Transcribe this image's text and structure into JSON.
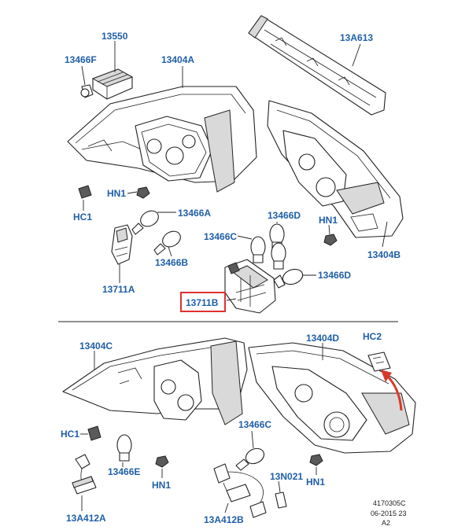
{
  "labels": {
    "p13550": "13550",
    "p13466F": "13466F",
    "p13404A": "13404A",
    "p13A613": "13A613",
    "pHN1_a": "HN1",
    "pHC1_a": "HC1",
    "p13466A": "13466A",
    "p13466B": "13466B",
    "p13711A": "13711A",
    "p13466D_top": "13466D",
    "p13466C_top": "13466C",
    "pHN1_b": "HN1",
    "p13404B": "13404B",
    "p13466D_low": "13466D",
    "p13711B": "13711B",
    "p13404C": "13404C",
    "p13404D": "13404D",
    "pHC2": "HC2",
    "pHC1_b": "HC1",
    "p13466E": "13466E",
    "pHN1_c": "HN1",
    "p13466C_bot": "13466C",
    "p13A412A": "13A412A",
    "p13A412B": "13A412B",
    "p13N021": "13N021",
    "pHN1_d": "HN1"
  },
  "reference": {
    "line1": "4170305C",
    "line2": "06-2015 23",
    "line3": "A2"
  },
  "colors": {
    "label": "#1f5fa8",
    "highlight": "#e03030",
    "arrow": "#d63a2a",
    "line": "#222222"
  },
  "highlighted_part": "13711B"
}
